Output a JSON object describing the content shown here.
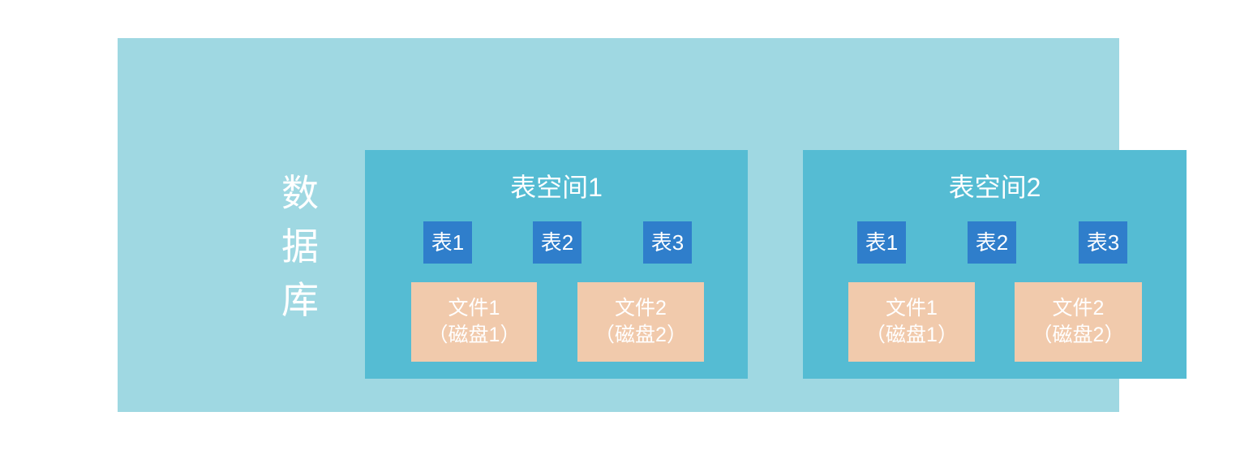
{
  "diagram": {
    "database": {
      "label": "数\n据\n库",
      "label_plain": "数据库",
      "color": "#9fd8e2"
    },
    "colors": {
      "database_bg": "#9fd8e2",
      "tablespace_bg": "#55bcd3",
      "table_bg": "#2f7ecb",
      "file_bg": "#f1caac",
      "text": "#ffffff",
      "page_bg": "#ffffff"
    },
    "tablespaces": [
      {
        "title": "表空间1",
        "tables": [
          {
            "label": "表1"
          },
          {
            "label": "表2"
          },
          {
            "label": "表3"
          }
        ],
        "files": [
          {
            "name": "文件1",
            "disk": "（磁盘1）"
          },
          {
            "name": "文件2",
            "disk": "（磁盘2）"
          }
        ]
      },
      {
        "title": "表空间2",
        "tables": [
          {
            "label": "表1"
          },
          {
            "label": "表2"
          },
          {
            "label": "表3"
          }
        ],
        "files": [
          {
            "name": "文件1",
            "disk": "（磁盘1）"
          },
          {
            "name": "文件2",
            "disk": "（磁盘2）"
          }
        ]
      }
    ]
  }
}
